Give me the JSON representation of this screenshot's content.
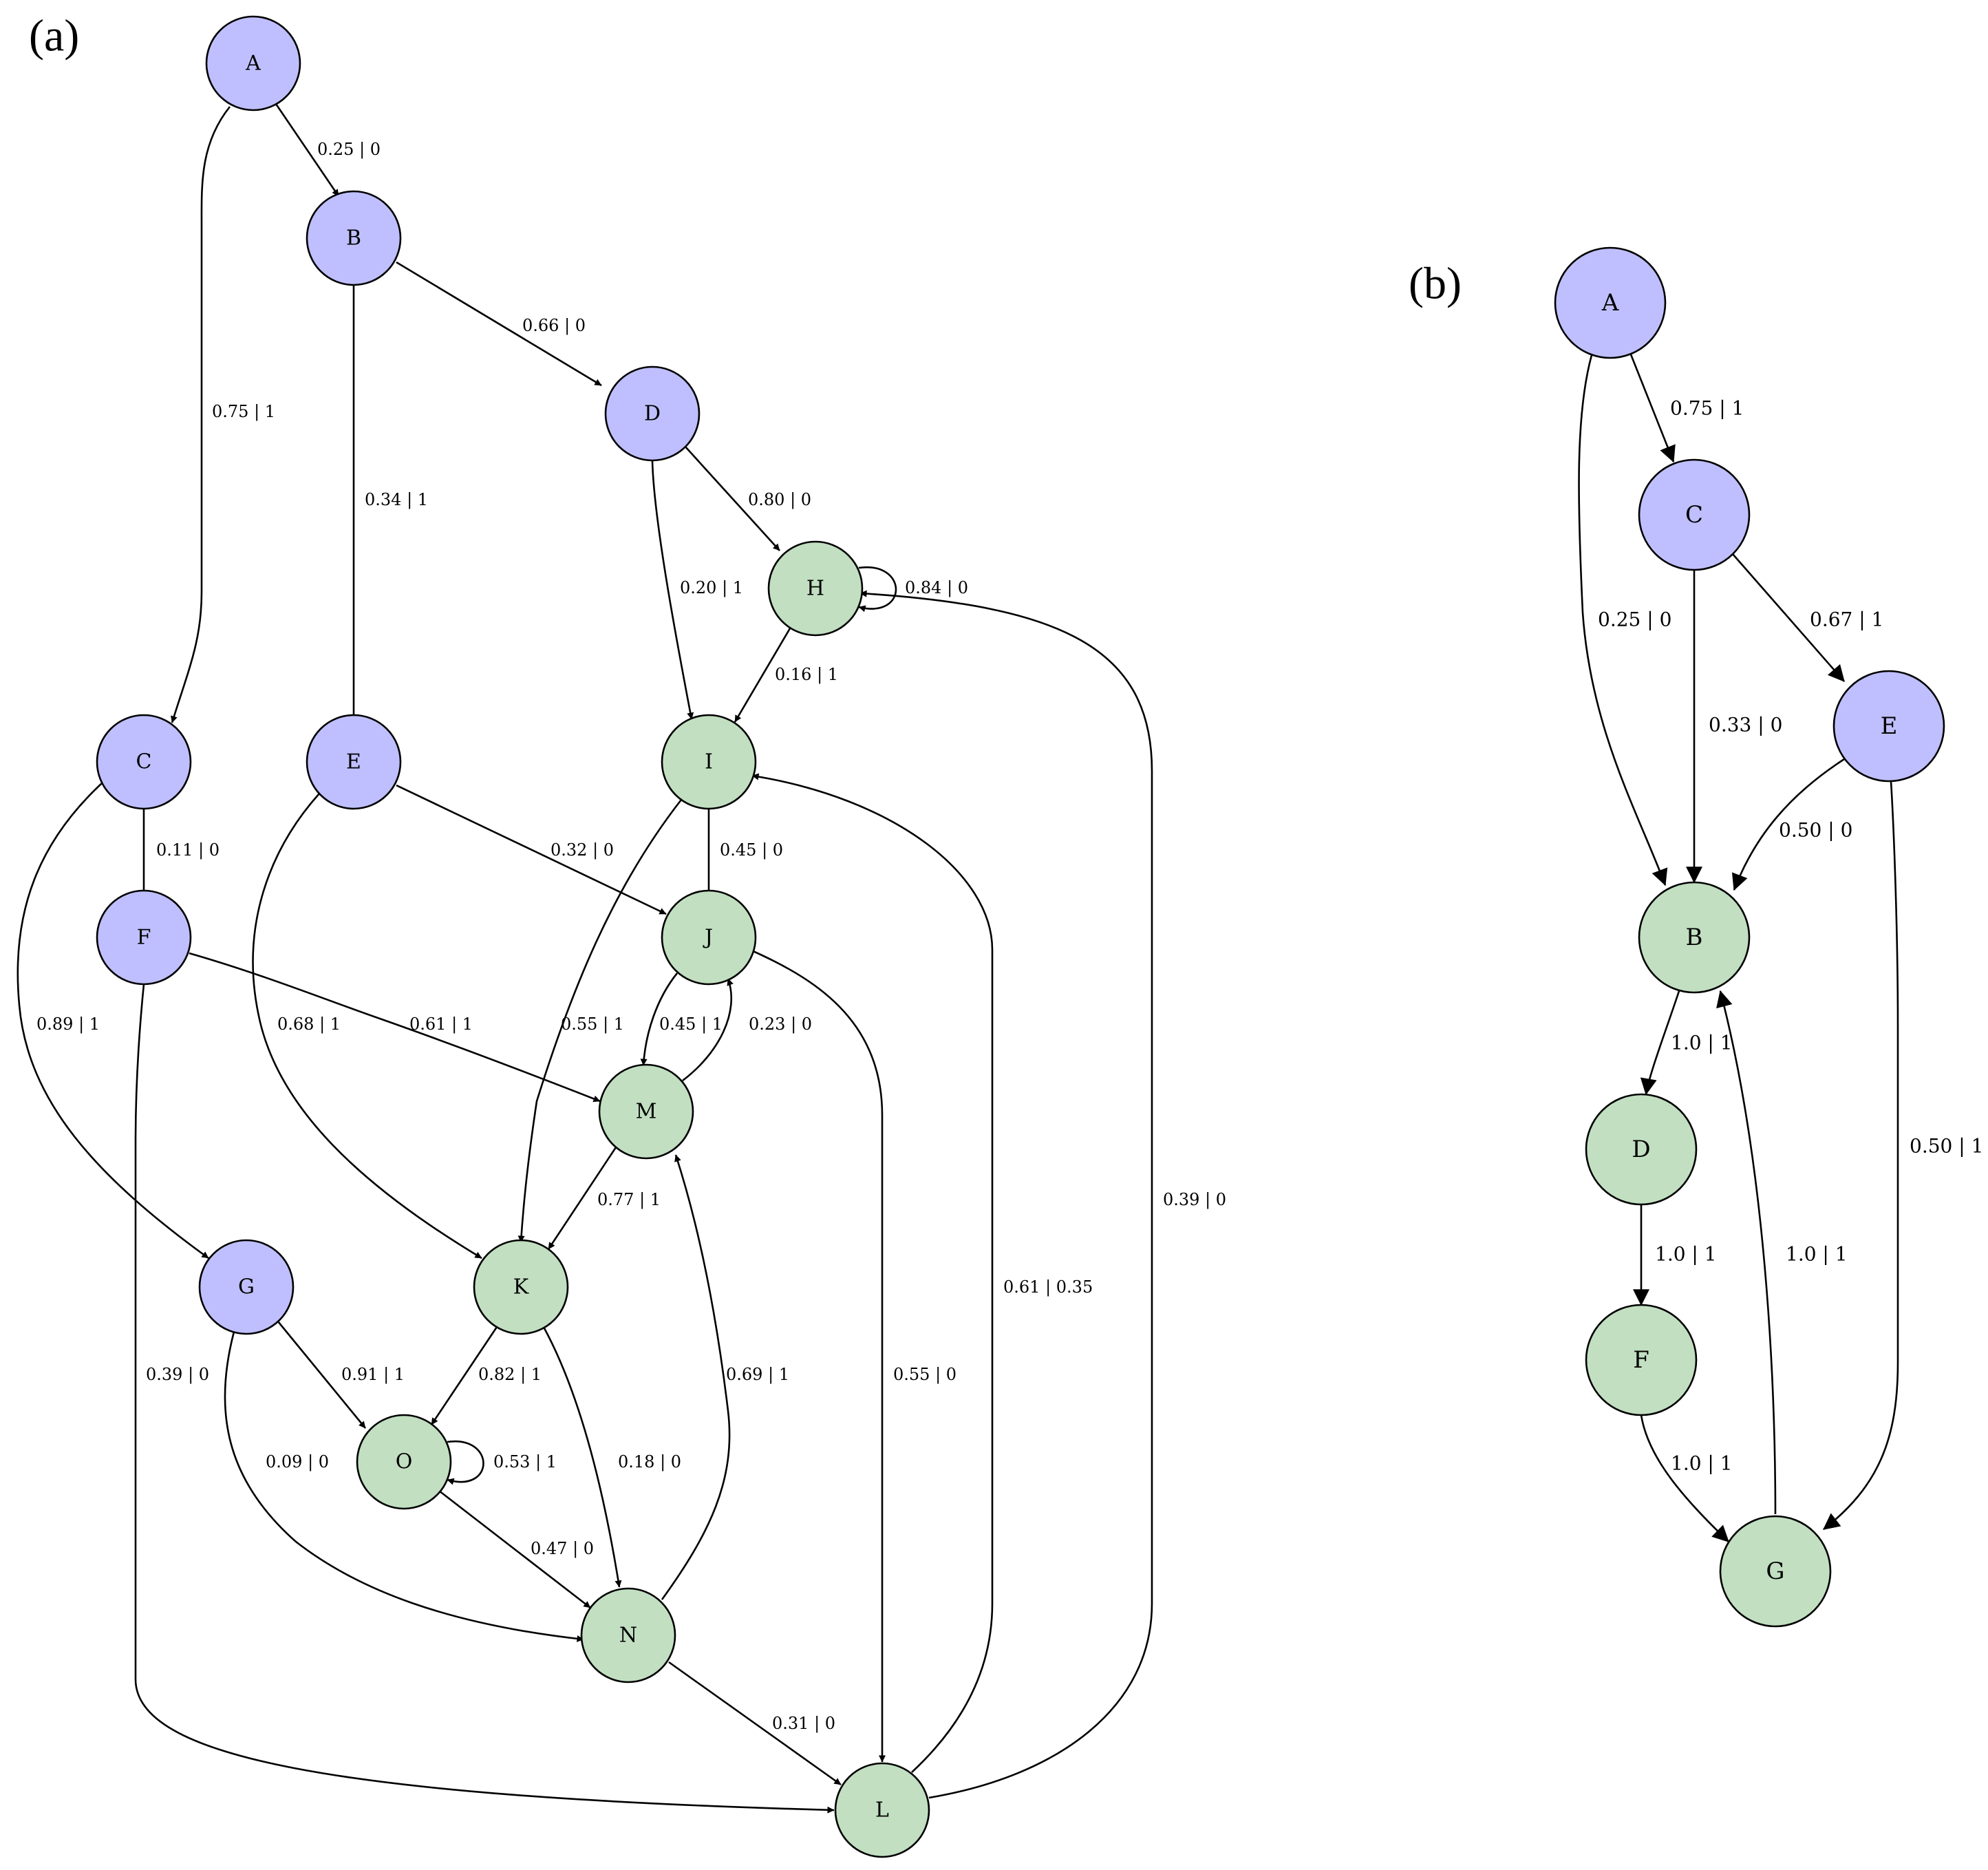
{
  "colors": {
    "blue_node": "#bfbfff",
    "green_node": "#c2dfc2",
    "stroke": "#000000"
  },
  "panels": [
    {
      "id": "a",
      "label": "(a)",
      "nodes": [
        {
          "id": "A",
          "label": "A",
          "color": "blue"
        },
        {
          "id": "B",
          "label": "B",
          "color": "blue"
        },
        {
          "id": "C",
          "label": "C",
          "color": "blue"
        },
        {
          "id": "D",
          "label": "D",
          "color": "blue"
        },
        {
          "id": "E",
          "label": "E",
          "color": "blue"
        },
        {
          "id": "F",
          "label": "F",
          "color": "blue"
        },
        {
          "id": "G",
          "label": "G",
          "color": "blue"
        },
        {
          "id": "H",
          "label": "H",
          "color": "green"
        },
        {
          "id": "I",
          "label": "I",
          "color": "green"
        },
        {
          "id": "J",
          "label": "J",
          "color": "green"
        },
        {
          "id": "K",
          "label": "K",
          "color": "green"
        },
        {
          "id": "L",
          "label": "L",
          "color": "green"
        },
        {
          "id": "M",
          "label": "M",
          "color": "green"
        },
        {
          "id": "N",
          "label": "N",
          "color": "green"
        },
        {
          "id": "O",
          "label": "O",
          "color": "green"
        }
      ],
      "edges": [
        {
          "from": "A",
          "to": "B",
          "label": "0.25 | 0"
        },
        {
          "from": "A",
          "to": "C",
          "label": "0.75 | 1"
        },
        {
          "from": "B",
          "to": "D",
          "label": "0.66 | 0"
        },
        {
          "from": "B",
          "to": "E",
          "label": "0.34 | 1"
        },
        {
          "from": "D",
          "to": "H",
          "label": "0.80 | 0"
        },
        {
          "from": "D",
          "to": "I",
          "label": "0.20 | 1"
        },
        {
          "from": "H",
          "to": "H",
          "label": "0.84 | 0"
        },
        {
          "from": "H",
          "to": "I",
          "label": "0.16 | 1"
        },
        {
          "from": "C",
          "to": "F",
          "label": "0.11 | 0"
        },
        {
          "from": "C",
          "to": "G",
          "label": "0.89 | 1"
        },
        {
          "from": "E",
          "to": "J",
          "label": "0.32 | 0"
        },
        {
          "from": "E",
          "to": "K",
          "label": "0.68 | 1"
        },
        {
          "from": "I",
          "to": "J",
          "label": "0.45 | 0"
        },
        {
          "from": "I",
          "to": "K",
          "label": "0.55 | 1"
        },
        {
          "from": "F",
          "to": "M",
          "label": "0.61 | 1"
        },
        {
          "from": "F",
          "to": "L",
          "label": "0.39 | 0"
        },
        {
          "from": "J",
          "to": "M",
          "label": "0.45 | 1"
        },
        {
          "from": "M",
          "to": "J",
          "label": "0.23 | 0"
        },
        {
          "from": "J",
          "to": "L",
          "label": "0.55 | 0"
        },
        {
          "from": "M",
          "to": "K",
          "label": "0.77 | 1"
        },
        {
          "from": "G",
          "to": "O",
          "label": "0.91 | 1"
        },
        {
          "from": "G",
          "to": "N",
          "label": "0.09 | 0"
        },
        {
          "from": "K",
          "to": "O",
          "label": "0.82 | 1"
        },
        {
          "from": "K",
          "to": "N",
          "label": "0.18 | 0"
        },
        {
          "from": "O",
          "to": "O",
          "label": "0.53 | 1"
        },
        {
          "from": "O",
          "to": "N",
          "label": "0.47 | 0"
        },
        {
          "from": "N",
          "to": "M",
          "label": "0.69 | 1"
        },
        {
          "from": "N",
          "to": "L",
          "label": "0.31 | 0"
        },
        {
          "from": "L",
          "to": "I",
          "label": "0.61 | 0.35"
        },
        {
          "from": "L",
          "to": "H",
          "label": "0.39 | 0"
        }
      ]
    },
    {
      "id": "b",
      "label": "(b)",
      "nodes": [
        {
          "id": "A",
          "label": "A",
          "color": "blue"
        },
        {
          "id": "C",
          "label": "C",
          "color": "blue"
        },
        {
          "id": "E",
          "label": "E",
          "color": "blue"
        },
        {
          "id": "B",
          "label": "B",
          "color": "green"
        },
        {
          "id": "D",
          "label": "D",
          "color": "green"
        },
        {
          "id": "F",
          "label": "F",
          "color": "green"
        },
        {
          "id": "G",
          "label": "G",
          "color": "green"
        }
      ],
      "edges": [
        {
          "from": "A",
          "to": "C",
          "label": "0.75 | 1"
        },
        {
          "from": "A",
          "to": "B",
          "label": "0.25 | 0"
        },
        {
          "from": "C",
          "to": "E",
          "label": "0.67 | 1"
        },
        {
          "from": "C",
          "to": "B",
          "label": "0.33 | 0"
        },
        {
          "from": "E",
          "to": "B",
          "label": "0.50 | 0"
        },
        {
          "from": "E",
          "to": "G",
          "label": "0.50 | 1"
        },
        {
          "from": "B",
          "to": "D",
          "label": "1.0 | 1"
        },
        {
          "from": "D",
          "to": "F",
          "label": "1.0 | 1"
        },
        {
          "from": "F",
          "to": "G",
          "label": "1.0 | 1"
        },
        {
          "from": "G",
          "to": "B",
          "label": "1.0 | 1"
        }
      ]
    }
  ]
}
